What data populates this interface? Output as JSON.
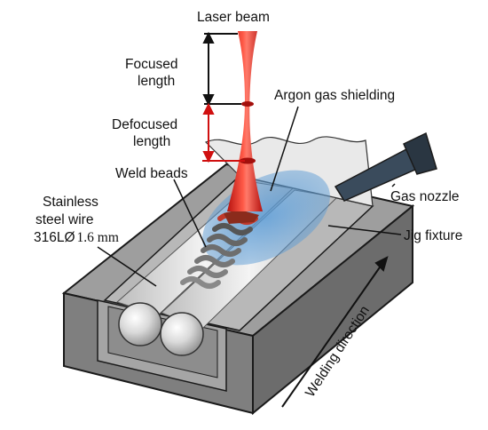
{
  "labels": {
    "laser_beam": "Laser beam",
    "focused_length_l1": "Focused",
    "focused_length_l2": "length",
    "defocused_length_l1": "Defocused",
    "defocused_length_l2": "length",
    "argon_gas_shielding": "Argon gas shielding",
    "weld_beads": "Weld beads",
    "stainless_l1": "Stainless",
    "stainless_l2": "steel wire",
    "wire_spec_prefix": "316LØ",
    "wire_spec_value": "1.6 mm",
    "gas_nozzle": "Gas nozzle",
    "jig_fixture": "Jig fixture",
    "welding_direction": "Welding direction"
  },
  "colors": {
    "laser": "#e8201e",
    "laser_highlight": "#ff8a7a",
    "shielding_gas": "#5b9bd5",
    "fixture_gray": "#8a8a8a",
    "nozzle": "#3a4b5c",
    "bead_red": "#c0392b"
  },
  "icons": {
    "focused_arrow": "double-headed-arrow-black",
    "defocused_arrow": "double-headed-arrow-red"
  }
}
